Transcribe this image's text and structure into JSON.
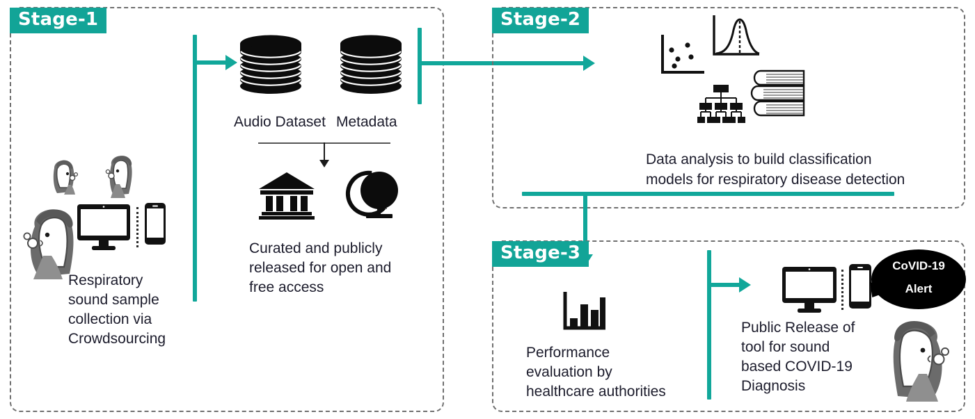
{
  "diagram": {
    "title": "Three-stage respiratory sound COVID-19 pipeline",
    "accent_color": "#11a79a",
    "label_text_color": "#ffffff",
    "box_border_color": "#6f6f6f",
    "caption_color": "#1b1b2b"
  },
  "stages": [
    {
      "id": "stage-1",
      "label": "Stage-1",
      "captions": {
        "collection": "Respiratory\nsound sample\ncollection via\nCrowdsourcing",
        "dataset_label": "Audio Dataset",
        "metadata_label": "Metadata",
        "release": "Curated and publicly\nreleased for open and\nfree access"
      },
      "icons": [
        "person-coughing-icon",
        "person-coughing-small-icon",
        "desktop-monitor-icon",
        "smartphone-icon",
        "database-stack-icon",
        "bank-institution-icon",
        "globe-icon"
      ]
    },
    {
      "id": "stage-2",
      "label": "Stage-2",
      "captions": {
        "analysis_line1": "Data analysis to build classification",
        "analysis_line2": "models for respiratory disease detection"
      },
      "icons": [
        "scatter-plot-icon",
        "gaussian-curve-icon",
        "decision-tree-icon",
        "book-stack-icon"
      ]
    },
    {
      "id": "stage-3",
      "label": "Stage-3",
      "captions": {
        "evaluation": "Performance\nevaluation by\nhealthcare authorities",
        "release": "Public Release of\ntool for sound\nbased COVID-19\nDiagnosis"
      },
      "alert": {
        "line1": "CoVID-19",
        "line2": "Alert"
      },
      "icons": [
        "bar-chart-icon",
        "desktop-monitor-icon",
        "smartphone-icon",
        "alert-speech-bubble-icon",
        "person-coughing-icon"
      ]
    }
  ],
  "connectors": [
    {
      "name": "stage1-collection-to-dataset",
      "type": "arrow-right"
    },
    {
      "name": "stage1-to-stage2",
      "type": "arrow-right"
    },
    {
      "name": "stage2-to-stage3",
      "type": "arrow-down"
    },
    {
      "name": "stage3-eval-to-release",
      "type": "arrow-right"
    },
    {
      "name": "dataset-to-release",
      "type": "arrow-down-thin"
    }
  ]
}
